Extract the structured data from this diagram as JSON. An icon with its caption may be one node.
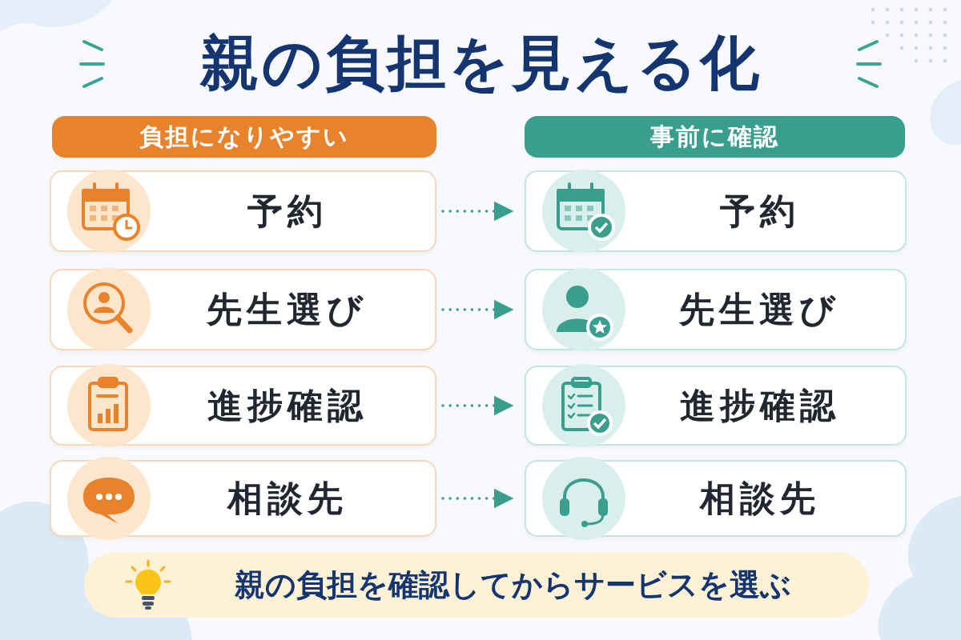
{
  "diagram": {
    "title": "親の負担を見える化",
    "nodes": [
      {
        "text": [
          "負担になりやすい"
        ]
      },
      {
        "text": [
          "事前に確認"
        ]
      },
      {
        "text": [
          "予約"
        ]
      },
      {
        "text": [
          "先生選び"
        ]
      },
      {
        "text": [
          "進捗確認"
        ]
      },
      {
        "text": [
          "相談先"
        ]
      },
      {
        "text": [
          "予約"
        ]
      },
      {
        "text": [
          "先生選び"
        ]
      },
      {
        "text": [
          "進捗確認"
        ]
      },
      {
        "text": [
          "相談先"
        ]
      },
      {
        "text": [
          "**親の負担を確認**してからサービスを選ぶ"
        ]
      }
    ],
    "edges": [
      {
        "from": 2,
        "to": 6,
        "arrow": "to",
        "style": "dashed"
      },
      {
        "from": 3,
        "to": 7,
        "arrow": "to",
        "style": "dashed"
      },
      {
        "from": 4,
        "to": 8,
        "arrow": "to",
        "style": "dashed"
      },
      {
        "from": 5,
        "to": 9,
        "arrow": "to",
        "style": "dashed"
      }
    ]
  }
}
